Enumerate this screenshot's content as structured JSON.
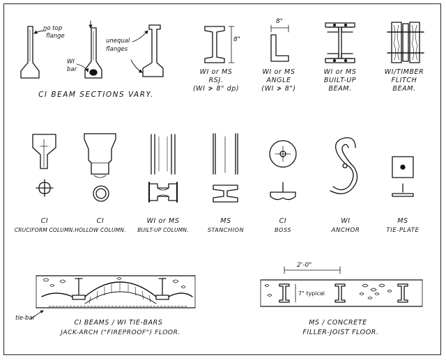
{
  "row1": {
    "ci_notes": {
      "no_top": "no top",
      "flange": "flange",
      "wi": "WI",
      "bar": "bar",
      "unequal": "unequal",
      "flanges": "flanges"
    },
    "ci_caption": "CI BEAM SECTIONS VARY.",
    "rsj": {
      "dim": "8\"",
      "line1": "WI or MS",
      "line2": "RSJ.",
      "line3": "(WI ≯ 8\" dp)"
    },
    "angle": {
      "dim": "8\"",
      "line1": "WI or MS",
      "line2": "ANGLE",
      "line3": "(WI ≯ 8\")"
    },
    "builtup": {
      "line1": "WI or MS",
      "line2": "BUILT-UP",
      "line3": "BEAM."
    },
    "flitch": {
      "line1": "WI/TIMBER",
      "line2": "FLITCH",
      "line3": "BEAM."
    }
  },
  "row2": {
    "cruciform": {
      "line1": "CI",
      "line2": "CRUCIFORM COLUMN."
    },
    "hollow": {
      "line1": "CI",
      "line2": "HOLLOW COLUMN."
    },
    "builtup_col": {
      "line1": "WI or MS",
      "line2": "BUILT-UP COLUMN."
    },
    "stanchion": {
      "line1": "MS",
      "line2": "STANCHION"
    },
    "boss": {
      "line1": "CI",
      "line2": "BOSS"
    },
    "anchor": {
      "line1": "WI",
      "line2": "ANCHOR"
    },
    "tieplate": {
      "line1": "MS",
      "line2": "TIE-PLATE"
    }
  },
  "row3": {
    "jack": {
      "tie_note": "tie-bar",
      "line1": "CI BEAMS / WI TIE-BARS",
      "line2": "JACK-ARCH (\"FIREPROOF\") FLOOR."
    },
    "filler": {
      "spacing": "2'-0\"",
      "typical": "7\" typical",
      "line1": "MS / CONCRETE",
      "line2": "FILLER-JOIST FLOOR."
    }
  }
}
